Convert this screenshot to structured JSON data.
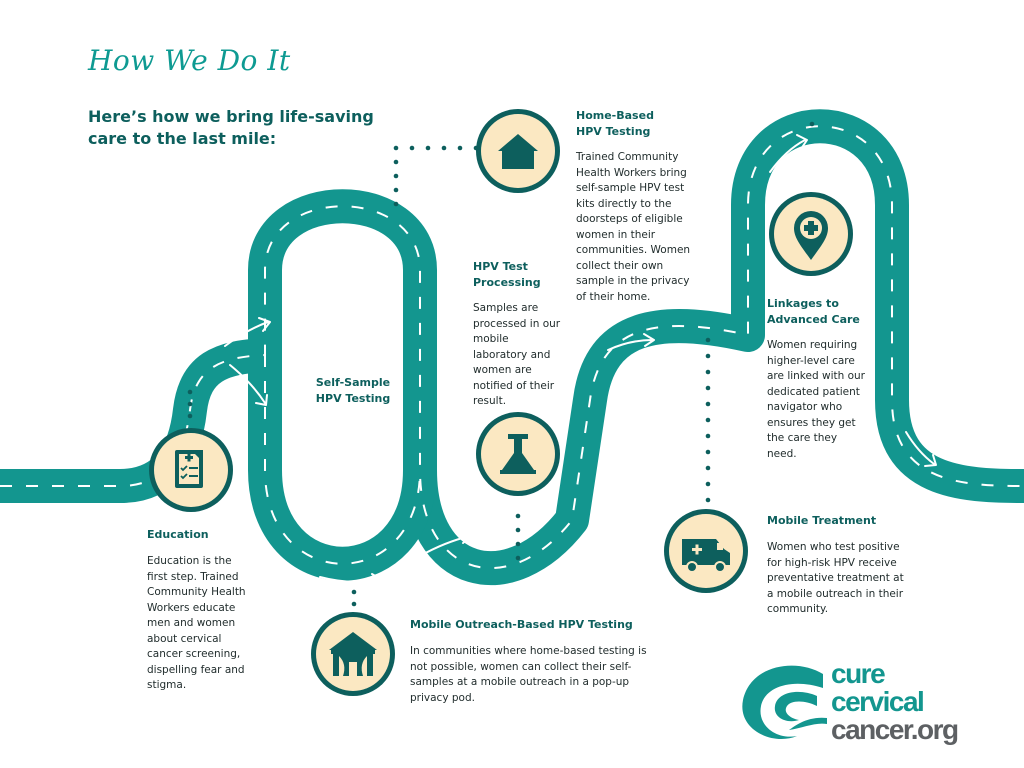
{
  "header": {
    "title": "How We Do It",
    "subtitle": "Here’s how we bring life-saving care to the last mile:"
  },
  "colors": {
    "road": "#13968f",
    "dark_teal": "#0d5f5d",
    "badge_fill": "#fbe8c2",
    "icon_color": "#0d5f5d",
    "dots": "#0d5f5d"
  },
  "steps": [
    {
      "icon": "clipboard-checklist-icon",
      "title": "Education",
      "body": "Education is the first step. Trained Community Health Workers educate men and women about cervical cancer screening, dispelling fear and stigma."
    },
    {
      "icon": "",
      "title": "Self-Sample HPV Testing",
      "body": ""
    },
    {
      "icon": "house-icon",
      "title": "Home-Based HPV Testing",
      "body": "Trained Community Health Workers bring self-sample HPV test kits directly to the doorsteps of eligible women in their communities. Women collect their own sample in the privacy of their home."
    },
    {
      "icon": "tent-icon",
      "title": "Mobile Outreach-Based HPV Testing",
      "body": "In communities where home-based testing is not possible, women can collect their self-samples at a mobile outreach in a pop-up privacy pod."
    },
    {
      "icon": "lab-flask-icon",
      "title": "HPV Test Processing",
      "body": "Samples are processed in our mobile laboratory and women are notified of their result."
    },
    {
      "icon": "ambulance-van-icon",
      "title": "Mobile Treatment",
      "body": "Women who test positive for high-risk HPV receive preventative treatment at a mobile outreach in their community."
    },
    {
      "icon": "location-pin-cross-icon",
      "title": "Linkages to Advanced Care",
      "body": "Women requiring higher-level care are linked with our dedicated patient navigator who ensures they get the care they need."
    }
  ],
  "logo": {
    "line1": "cure",
    "line2": "cervical",
    "line3": "cancer.org",
    "icon": "swirl-logo-icon"
  }
}
